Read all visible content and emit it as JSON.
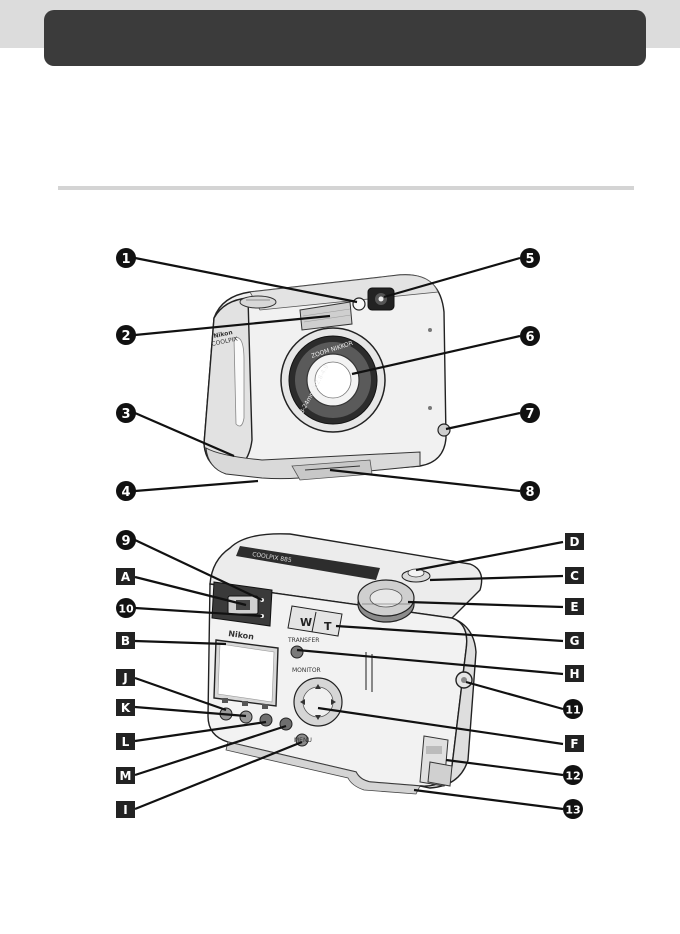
{
  "front_view": {
    "callouts": [
      {
        "id": "front-1",
        "label": "1"
      },
      {
        "id": "front-2",
        "label": "2"
      },
      {
        "id": "front-3",
        "label": "3"
      },
      {
        "id": "front-4",
        "label": "4"
      },
      {
        "id": "front-5",
        "label": "5"
      },
      {
        "id": "front-6",
        "label": "6"
      },
      {
        "id": "front-7",
        "label": "7"
      },
      {
        "id": "front-8",
        "label": "8"
      }
    ],
    "camera_text": {
      "lens_ring_top": "ZOOM NIKKOR",
      "lens_ring_bottom": "8-24mm 1:2.8-4.9"
    }
  },
  "back_view": {
    "callouts": [
      {
        "id": "back-9",
        "label": "9"
      },
      {
        "id": "back-10",
        "label": "10"
      },
      {
        "id": "back-11",
        "label": "11"
      },
      {
        "id": "back-12",
        "label": "12"
      },
      {
        "id": "back-13",
        "label": "13"
      },
      {
        "id": "back-A",
        "label": "A"
      },
      {
        "id": "back-B",
        "label": "B"
      },
      {
        "id": "back-J",
        "label": "J"
      },
      {
        "id": "back-K",
        "label": "K"
      },
      {
        "id": "back-L",
        "label": "L"
      },
      {
        "id": "back-M",
        "label": "M"
      },
      {
        "id": "back-I",
        "label": "I"
      },
      {
        "id": "back-D",
        "label": "D"
      },
      {
        "id": "back-C",
        "label": "C"
      },
      {
        "id": "back-E",
        "label": "E"
      },
      {
        "id": "back-G",
        "label": "G"
      },
      {
        "id": "back-H",
        "label": "H"
      },
      {
        "id": "back-F",
        "label": "F"
      }
    ],
    "camera_text": {
      "brand": "Nikon",
      "model": "COOLPIX 885",
      "zoom_w": "W",
      "zoom_t": "T",
      "transfer": "TRANSFER",
      "monitor": "MONITOR",
      "menu": "MENU"
    }
  }
}
